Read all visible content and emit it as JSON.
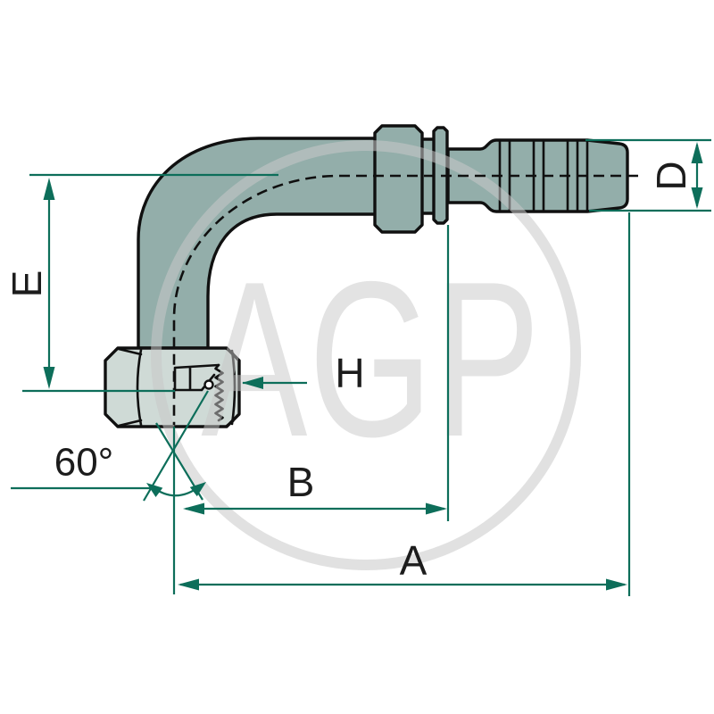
{
  "diagram": {
    "kind": "technical-drawing",
    "subject": "90-degree elbow hydraulic hose fitting with female swivel nut and hose barb tail",
    "angle_label": "60°",
    "dimension_labels": {
      "elbow_height": "E",
      "tail_diameter": "D",
      "hex_width": "H",
      "length_b": "B",
      "length_a": "A"
    },
    "watermark_text": "AGP",
    "colors": {
      "dimension_green": "#0d6e5a",
      "fitting_body": "#93aeaa",
      "nut_body": "#cfdad6",
      "outline_black": "#101010",
      "label_text": "#1c1c1c",
      "watermark_gray": "#c8c8c8",
      "background": "#ffffff"
    }
  }
}
